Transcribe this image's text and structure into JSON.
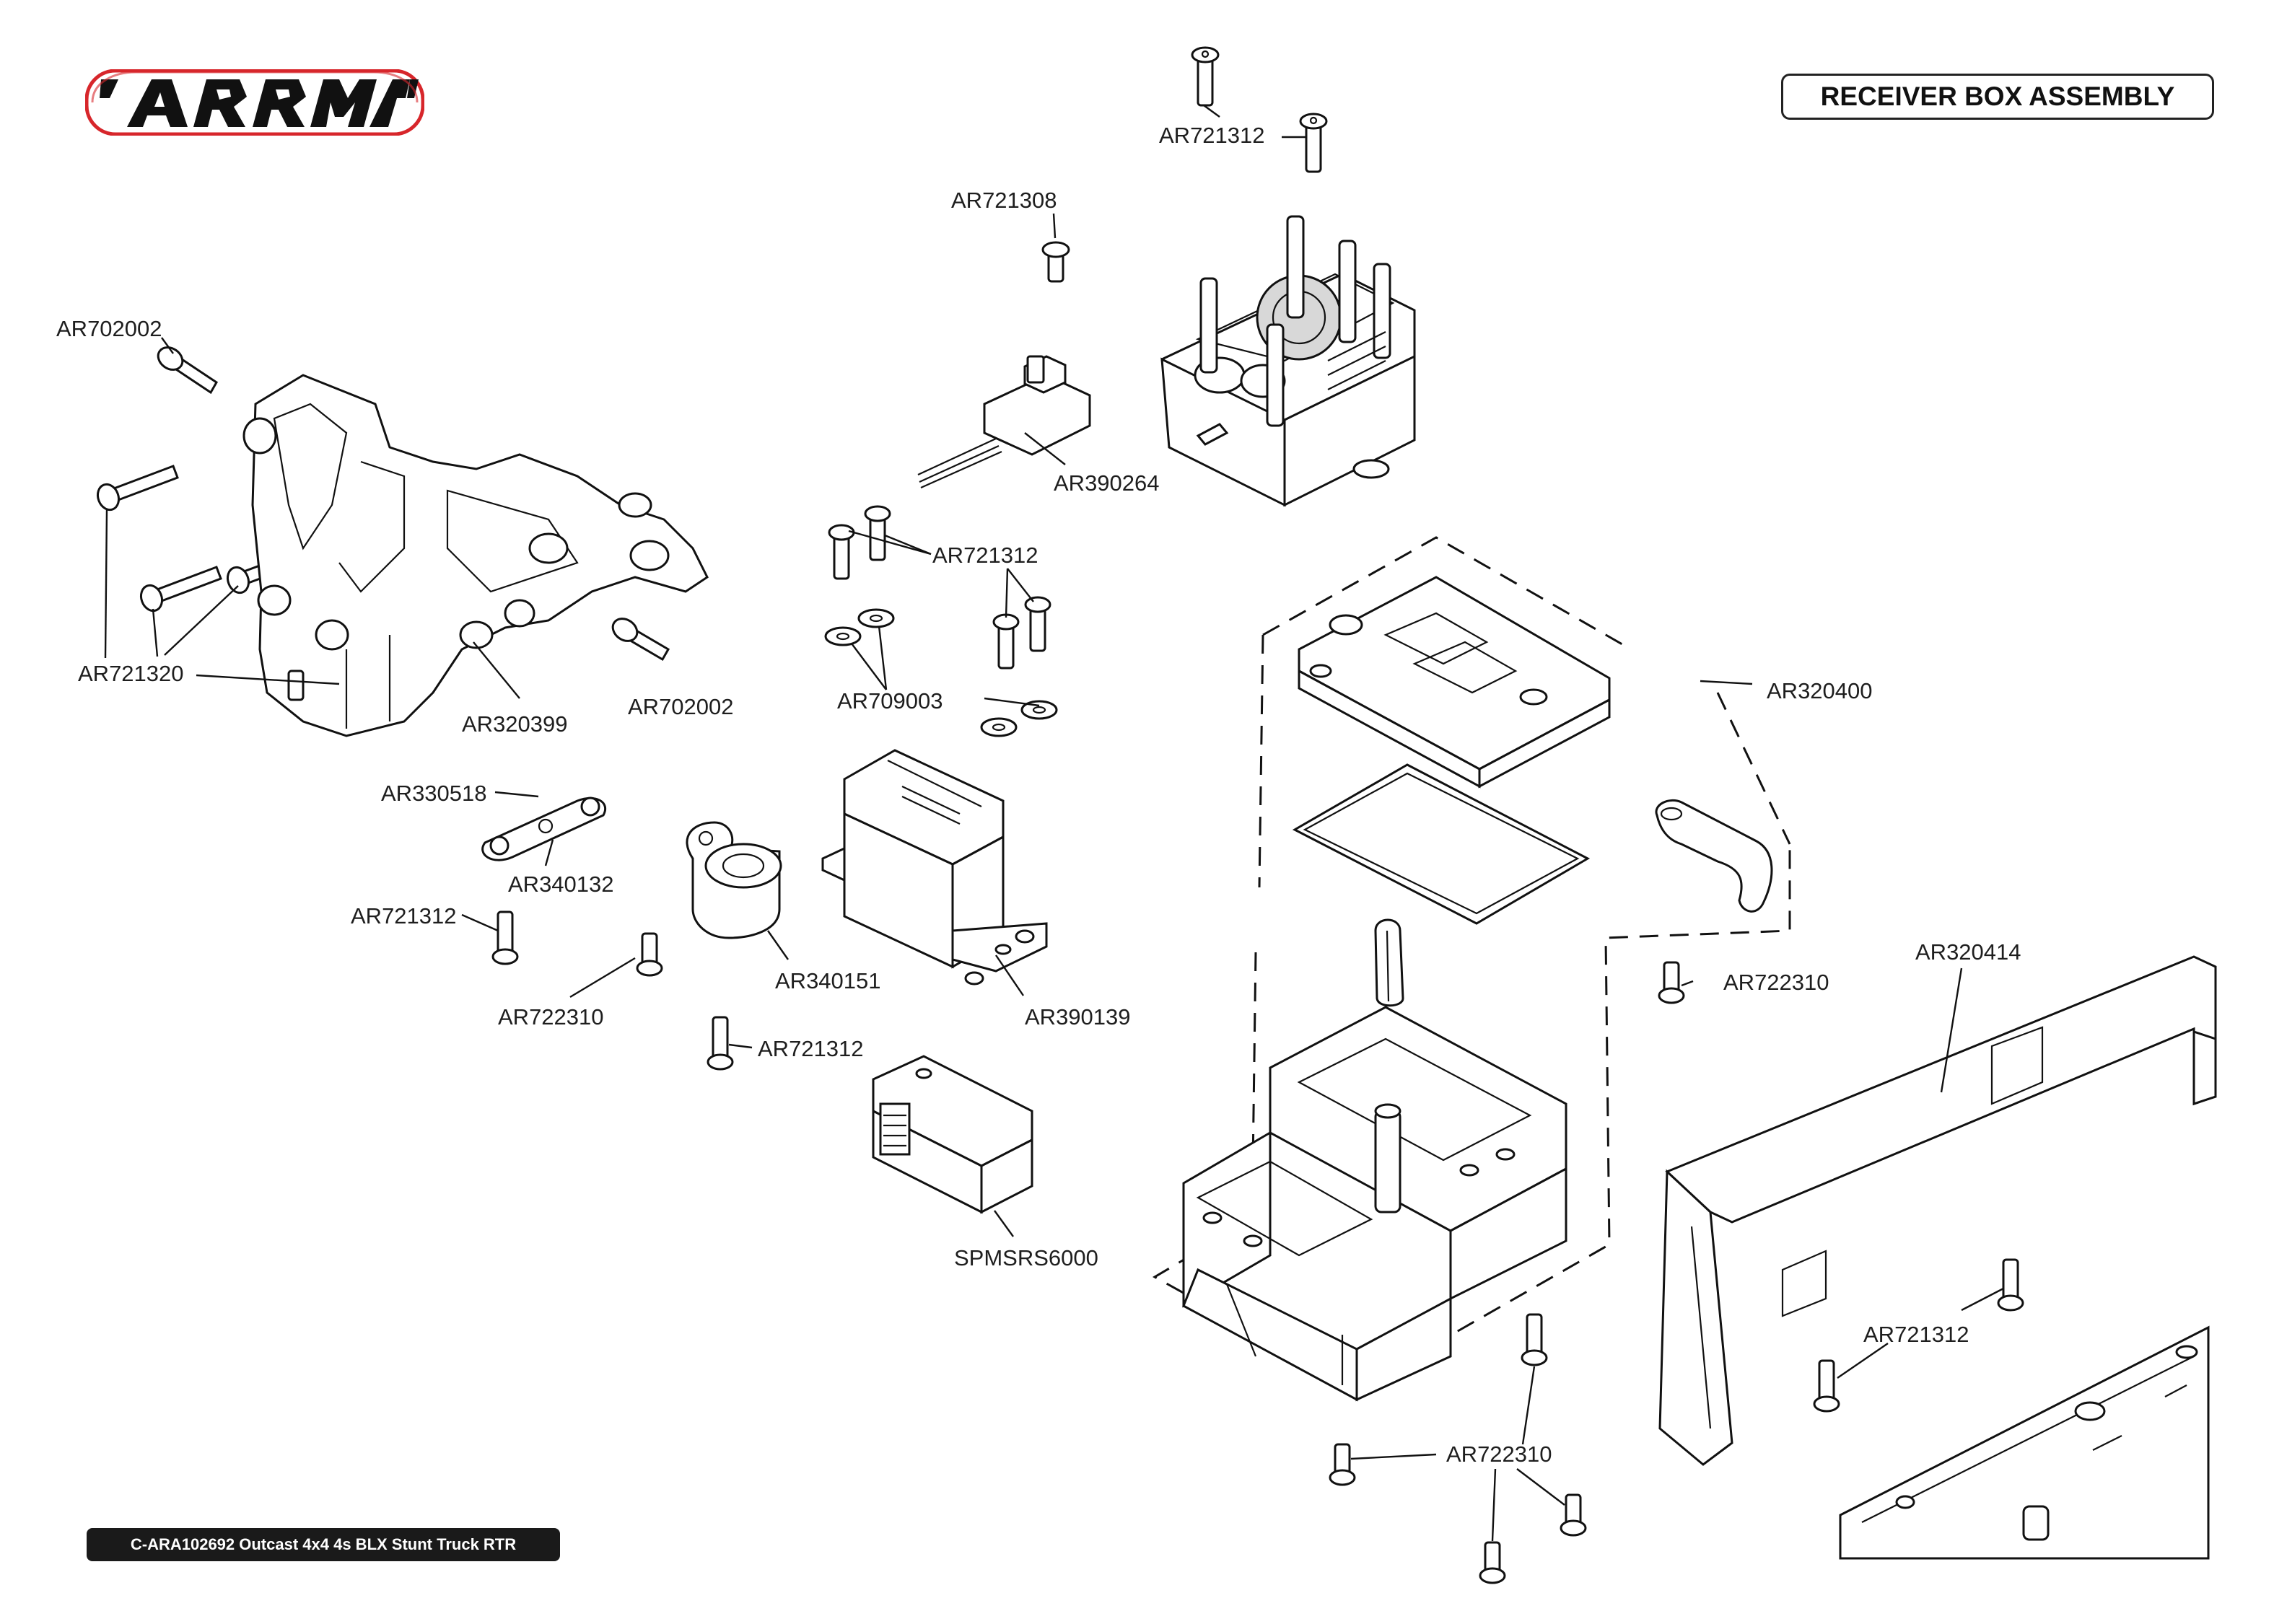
{
  "title": "RECEIVER BOX ASSEMBLY",
  "footer": "C-ARA102692 Outcast 4x4 4s BLX Stunt Truck RTR",
  "brand": {
    "name": "ARRMA",
    "color": "#d7262b"
  },
  "labels": [
    "AR721312",
    "AR721308",
    "AR702002",
    "AR390264",
    "AR721312",
    "AR721320",
    "AR702002",
    "AR320399",
    "AR709003",
    "AR320400",
    "AR330518",
    "AR340132",
    "AR721312",
    "AR722310",
    "AR340151",
    "AR390139",
    "AR721312",
    "AR722310",
    "AR320414",
    "SPMSRS6000",
    "AR721312",
    "AR722310"
  ]
}
